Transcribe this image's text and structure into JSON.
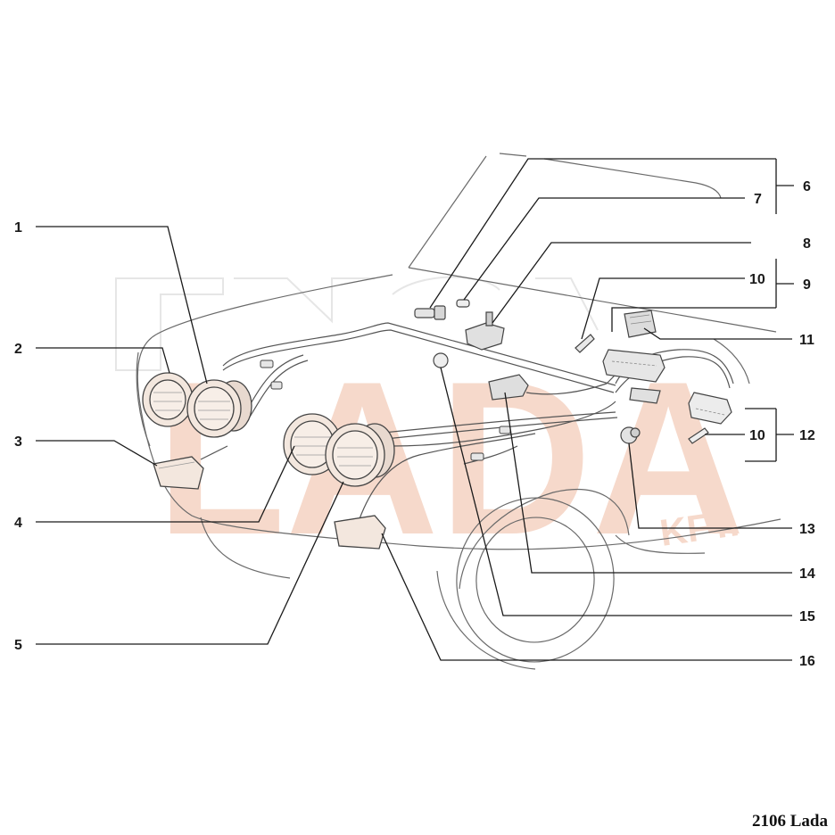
{
  "watermark": {
    "text": "LADA",
    "sub": "KFT.",
    "color": "#f6d9cb",
    "line_color": "#e9e9e9"
  },
  "caption": "2106 Lada",
  "callouts": {
    "c1": "1",
    "c2": "2",
    "c3": "3",
    "c4": "4",
    "c5": "5",
    "c6": "6",
    "c7": "7",
    "c8": "8",
    "c9": "9",
    "c10a": "10",
    "c10b": "10",
    "c11": "11",
    "c12": "12",
    "c13": "13",
    "c14": "14",
    "c15": "15",
    "c16": "16"
  },
  "colors": {
    "line": "#555555",
    "lamp_fill": "#f3e7de",
    "ink": "#1a1a1a"
  }
}
